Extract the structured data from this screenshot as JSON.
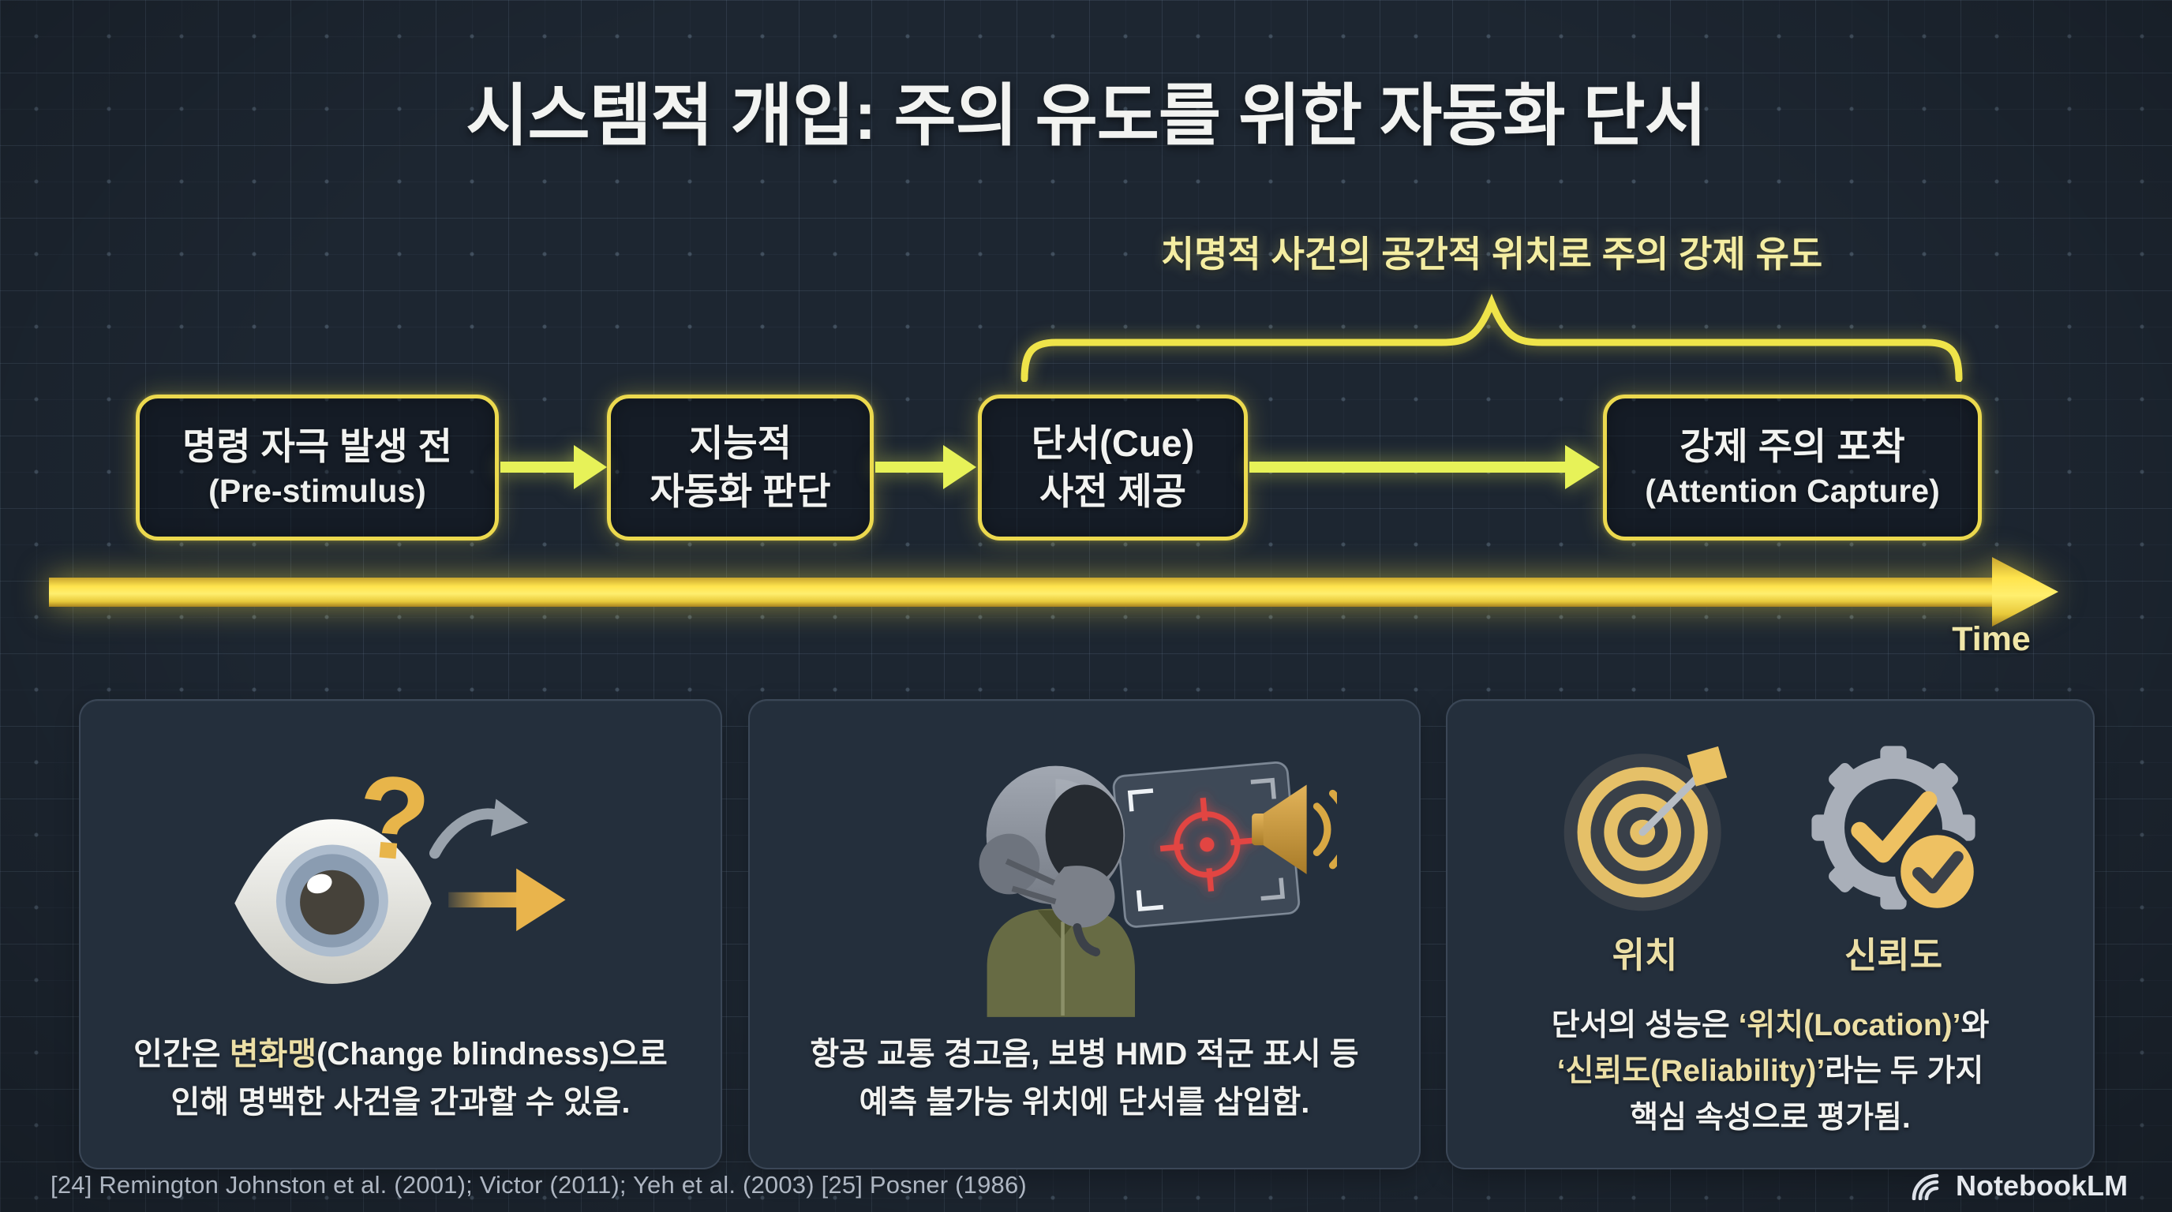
{
  "slide": {
    "title": "시스템적 개입: 주의 유도를 위한 자동화 단서",
    "footer": "[24] Remington Johnston et al. (2001); Victor (2011); Yeh et al. (2003) [25] Posner (1986)",
    "brand": "NotebookLM"
  },
  "flow": {
    "annotation": "치명적 사건의 공간적 위치로 주의 강제 유도",
    "time_label": "Time",
    "boxes": [
      {
        "line1": "명령 자극 발생 전",
        "line2": "(Pre-stimulus)"
      },
      {
        "line1": "지능적",
        "line2": "자동화 판단"
      },
      {
        "line1": "단서(Cue)",
        "line2": "사전 제공"
      },
      {
        "line1": "강제 주의 포착",
        "line2": "(Attention Capture)"
      }
    ]
  },
  "cards": [
    {
      "icon": "eye-change-blindness",
      "line1_pre": "인간은 ",
      "line1_hl": "변화맹",
      "line1_post": "(Change blindness)으로",
      "line2": "인해 명백한 사건을 간과할 수 있음."
    },
    {
      "icon": "pilot-hmd-cue",
      "line1": "항공 교통 경고음, 보병 HMD 적군 표시 등",
      "line2": "예측 불가능 위치에 단서를 삽입함."
    },
    {
      "icon": "target-and-gear",
      "label_location": "위치",
      "label_reliability": "신뢰도",
      "line1_pre": "단서의 성능은 ",
      "line1_hl": "‘위치(Location)’",
      "line1_post": "와",
      "line2_hl": "‘신뢰도(Reliability)’",
      "line2_post": "라는 두 가지",
      "line3": "핵심 속성으로 평가됨."
    }
  ],
  "colors": {
    "background": "#1d2631",
    "card_background": "#242f3c",
    "accent_yellow": "#f0e04e",
    "arrow_yellow_green": "#e7f258",
    "gold": "#e9b44c",
    "highlight_text": "#ecdfa6",
    "reticle_red": "#e24543"
  }
}
